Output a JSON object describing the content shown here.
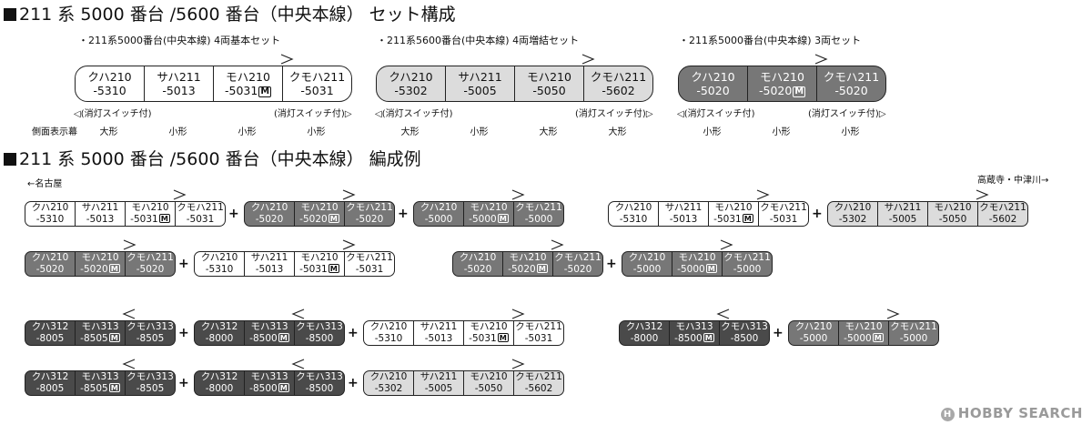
{
  "headings": {
    "sets": "211 系 5000 番台 /5600 番台（中央本線） セット構成",
    "formations": "211 系 5000 番台 /5600 番台（中央本線） 編成例"
  },
  "sets": [
    {
      "title": "・211系5000番台(中央本線) 4両基本セット",
      "cars": [
        {
          "type": "クハ210",
          "num": "-5310",
          "shade": "w",
          "motor": false
        },
        {
          "type": "サハ211",
          "num": "-5013",
          "shade": "w",
          "motor": false
        },
        {
          "type": "モハ210",
          "num": "-5031",
          "shade": "w",
          "motor": true
        },
        {
          "type": "クモハ211",
          "num": "-5031",
          "shade": "w",
          "motor": false
        }
      ],
      "sizes": [
        "大形",
        "小形",
        "小形",
        "小形"
      ],
      "switch_left": "(消灯スイッチ付)",
      "switch_right": "(消灯スイッチ付)",
      "row_label": "側面表示幕"
    },
    {
      "title": "・211系5600番台(中央本線) 4両増結セット",
      "cars": [
        {
          "type": "クハ210",
          "num": "-5302",
          "shade": "l",
          "motor": false
        },
        {
          "type": "サハ211",
          "num": "-5005",
          "shade": "l",
          "motor": false
        },
        {
          "type": "モハ210",
          "num": "-5050",
          "shade": "l",
          "motor": false
        },
        {
          "type": "クモハ211",
          "num": "-5602",
          "shade": "l",
          "motor": false
        }
      ],
      "sizes": [
        "大形",
        "小形",
        "大形",
        "大形"
      ],
      "switch_left": "(消灯スイッチ付)",
      "switch_right": "(消灯スイッチ付)"
    },
    {
      "title": "・211系5000番台(中央本線) 3両セット",
      "cars": [
        {
          "type": "クハ210",
          "num": "-5020",
          "shade": "m",
          "motor": false
        },
        {
          "type": "モハ210",
          "num": "-5020",
          "shade": "m",
          "motor": true
        },
        {
          "type": "クモハ211",
          "num": "-5020",
          "shade": "m",
          "motor": false
        }
      ],
      "sizes": [
        "小形",
        "小形",
        "小形"
      ],
      "switch_left": "(消灯スイッチ付)",
      "switch_right": "(消灯スイッチ付)"
    }
  ],
  "directions": {
    "left": "←名古屋",
    "right": "高蔵寺・中津川→"
  },
  "plus_sign": "+",
  "motor_badge": "M",
  "formations": [
    [
      [
        [
          "クハ210",
          "-5310",
          "w",
          0
        ],
        [
          "サハ211",
          "-5013",
          "w",
          0
        ],
        [
          "モハ210",
          "-5031",
          "w",
          1
        ],
        [
          "クモハ211",
          "-5031",
          "w",
          0
        ]
      ],
      [
        [
          "クハ210",
          "-5020",
          "m",
          0
        ],
        [
          "モハ210",
          "-5020",
          "m",
          1
        ],
        [
          "クモハ211",
          "-5020",
          "m",
          0
        ]
      ],
      [
        [
          "クハ210",
          "-5000",
          "m",
          0
        ],
        [
          "モハ210",
          "-5000",
          "m",
          1
        ],
        [
          "クモハ211",
          "-5000",
          "m",
          0
        ]
      ]
    ],
    [
      [
        [
          "クハ210",
          "-5310",
          "w",
          0
        ],
        [
          "サハ211",
          "-5013",
          "w",
          0
        ],
        [
          "モハ210",
          "-5031",
          "w",
          1
        ],
        [
          "クモハ211",
          "-5031",
          "w",
          0
        ]
      ],
      [
        [
          "クハ210",
          "-5302",
          "l",
          0
        ],
        [
          "サハ211",
          "-5005",
          "l",
          0
        ],
        [
          "モハ210",
          "-5050",
          "l",
          0
        ],
        [
          "クモハ211",
          "-5602",
          "l",
          0
        ]
      ]
    ],
    [
      [
        [
          "クハ210",
          "-5020",
          "m",
          0
        ],
        [
          "モハ210",
          "-5020",
          "m",
          1
        ],
        [
          "クモハ211",
          "-5020",
          "m",
          0
        ]
      ],
      [
        [
          "クハ210",
          "-5310",
          "w",
          0
        ],
        [
          "サハ211",
          "-5013",
          "w",
          0
        ],
        [
          "モハ210",
          "-5031",
          "w",
          1
        ],
        [
          "クモハ211",
          "-5031",
          "w",
          0
        ]
      ]
    ],
    [
      [
        [
          "クハ210",
          "-5020",
          "m",
          0
        ],
        [
          "モハ210",
          "-5020",
          "m",
          1
        ],
        [
          "クモハ211",
          "-5020",
          "m",
          0
        ]
      ],
      [
        [
          "クハ210",
          "-5000",
          "m",
          0
        ],
        [
          "モハ210",
          "-5000",
          "m",
          1
        ],
        [
          "クモハ211",
          "-5000",
          "m",
          0
        ]
      ]
    ],
    [
      [
        [
          "クハ312",
          "-8005",
          "d",
          0
        ],
        [
          "モハ313",
          "-8505",
          "d",
          1
        ],
        [
          "クモハ313",
          "-8505",
          "d",
          0
        ]
      ],
      [
        [
          "クハ312",
          "-8000",
          "d",
          0
        ],
        [
          "モハ313",
          "-8500",
          "d",
          1
        ],
        [
          "クモハ313",
          "-8500",
          "d",
          0
        ]
      ],
      [
        [
          "クハ210",
          "-5310",
          "w",
          0
        ],
        [
          "サハ211",
          "-5013",
          "w",
          0
        ],
        [
          "モハ210",
          "-5031",
          "w",
          1
        ],
        [
          "クモハ211",
          "-5031",
          "w",
          0
        ]
      ]
    ],
    [
      [
        [
          "クハ312",
          "-8000",
          "d",
          0
        ],
        [
          "モハ313",
          "-8500",
          "d",
          1
        ],
        [
          "クモハ313",
          "-8500",
          "d",
          0
        ]
      ],
      [
        [
          "クハ210",
          "-5000",
          "m",
          0
        ],
        [
          "モハ210",
          "-5000",
          "m",
          1
        ],
        [
          "クモハ211",
          "-5000",
          "m",
          0
        ]
      ]
    ],
    [
      [
        [
          "クハ312",
          "-8005",
          "d",
          0
        ],
        [
          "モハ313",
          "-8505",
          "d",
          1
        ],
        [
          "クモハ313",
          "-8505",
          "d",
          0
        ]
      ],
      [
        [
          "クハ312",
          "-8000",
          "d",
          0
        ],
        [
          "モハ313",
          "-8500",
          "d",
          1
        ],
        [
          "クモハ313",
          "-8500",
          "d",
          0
        ]
      ],
      [
        [
          "クハ210",
          "-5302",
          "l",
          0
        ],
        [
          "サハ211",
          "-5005",
          "l",
          0
        ],
        [
          "モハ210",
          "-5050",
          "l",
          0
        ],
        [
          "クモハ211",
          "-5602",
          "l",
          0
        ]
      ]
    ]
  ],
  "watermark": "HOBBY SEARCH"
}
